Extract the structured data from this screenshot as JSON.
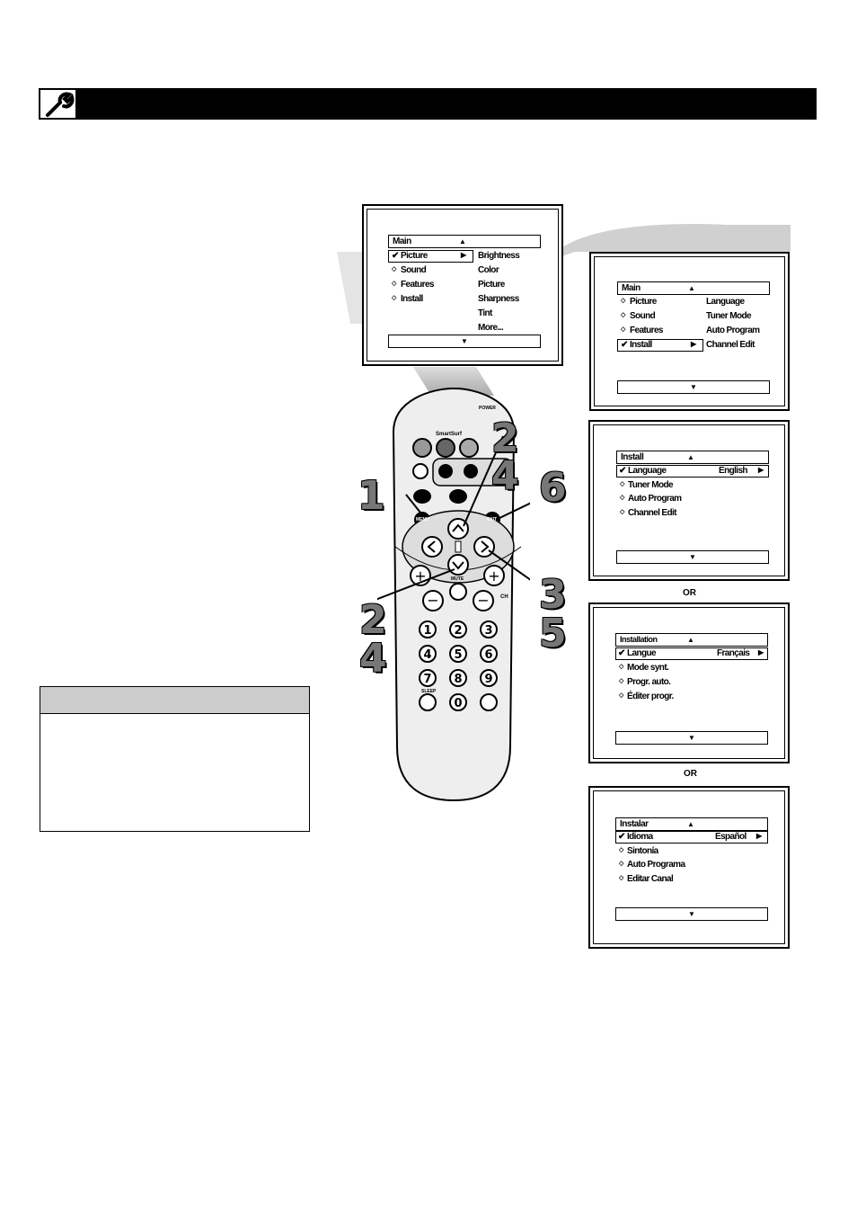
{
  "screen_main": {
    "title": "Main",
    "items": [
      "Picture",
      "Sound",
      "Features",
      "Install"
    ],
    "sub_items": [
      "Brightness",
      "Color",
      "Picture",
      "Sharpness",
      "Tint",
      "More..."
    ]
  },
  "screen_install_select": {
    "title": "Main",
    "items": [
      "Picture",
      "Sound",
      "Features",
      "Install"
    ],
    "sub_items": [
      "Language",
      "Tuner Mode",
      "Auto Program",
      "Channel Edit"
    ]
  },
  "screen_english": {
    "title": "Install",
    "items": [
      "Language",
      "Tuner Mode",
      "Auto Program",
      "Channel Edit"
    ],
    "value": "English"
  },
  "screen_french": {
    "title": "Installation",
    "items": [
      "Langue",
      "Mode synt.",
      "Progr. auto.",
      "Éditer progr."
    ],
    "value": "Français"
  },
  "screen_spanish": {
    "title": "Instalar",
    "items": [
      "Idioma",
      "Sintonía",
      "Auto Programa",
      "Editar Canal"
    ],
    "value": "Español"
  },
  "or_label": "OR",
  "remote": {
    "power": "POWER",
    "brand": "SmartSurf",
    "menu": "MENU",
    "exit": "EXIT",
    "mute": "MUTE",
    "sleep": "SLEEP",
    "ch": "CH",
    "digits": [
      "1",
      "2",
      "3",
      "4",
      "5",
      "6",
      "7",
      "8",
      "9",
      "0"
    ]
  },
  "step_labels": [
    "1",
    "2",
    "4",
    "6",
    "2",
    "4",
    "3",
    "5"
  ]
}
